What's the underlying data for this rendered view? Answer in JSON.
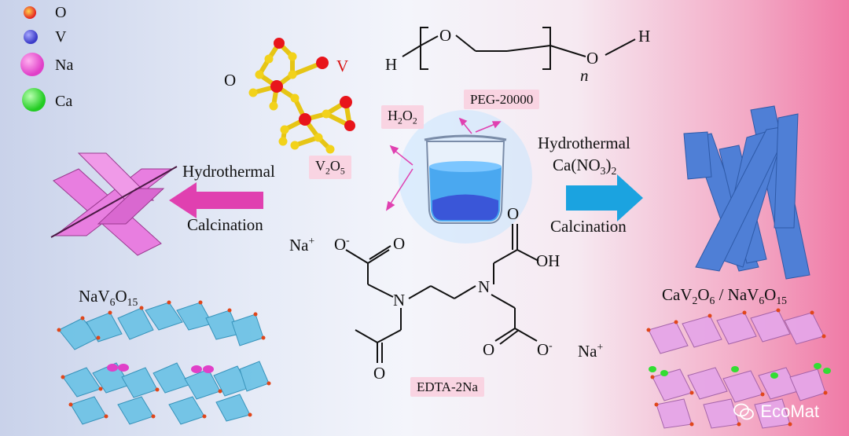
{
  "legend": [
    {
      "label": "O",
      "color": "#e31f1f"
    },
    {
      "label": "V",
      "color": "#3b3bc8"
    },
    {
      "label": "Na",
      "color": "#e040c8"
    },
    {
      "label": "Ca",
      "color": "#33dd33"
    }
  ],
  "v2o5": {
    "o_label": "O",
    "v_label": "V",
    "tag_base": "V",
    "tag_sub1": "2",
    "tag_mid": "O",
    "tag_sub2": "5"
  },
  "peg": {
    "tag": "PEG-20000",
    "h_left": "H",
    "o_chain": "O",
    "o_end": "O",
    "h_right": "H",
    "n": "n"
  },
  "h2o2": {
    "p1": "H",
    "s1": "2",
    "p2": "O",
    "s2": "2"
  },
  "left_arrow": {
    "top": "Hydrothermal",
    "bottom": "Calcination"
  },
  "right_arrow": {
    "top": "Hydrothermal",
    "mid_a": "Ca(NO",
    "mid_sub": "3",
    "mid_b": ")",
    "mid_sub2": "2",
    "bottom": "Calcination"
  },
  "left_product": {
    "a": "NaV",
    "s1": "6",
    "b": "O",
    "s2": "15"
  },
  "right_product": {
    "a": "CaV",
    "s1": "2",
    "b": "O",
    "s2": "6",
    "c": " / NaV",
    "s3": "6",
    "d": "O",
    "s4": "15"
  },
  "edta": {
    "tag": "EDTA-2Na",
    "na_left": "Na",
    "na_left_sup": "+",
    "o_minus_left": "O",
    "o_minus_left_sup": "-",
    "o_carbonyl_left": "O",
    "n_left": "N",
    "n_right": "N",
    "o_top_right": "O",
    "oh": "OH",
    "o_bottom_left": "O",
    "o_bottom_right": "O",
    "o_bottom_right_b": "O",
    "o_bottom_right_sup": "-",
    "na_right": "Na",
    "na_right_sup": "+"
  },
  "watermark": "EcoMat",
  "colors": {
    "pink_arrow": "#e040b0",
    "blue_arrow": "#1ba3e0",
    "rod_blue": "#4f7fd6",
    "sheet_pink": "#e87ee0"
  }
}
